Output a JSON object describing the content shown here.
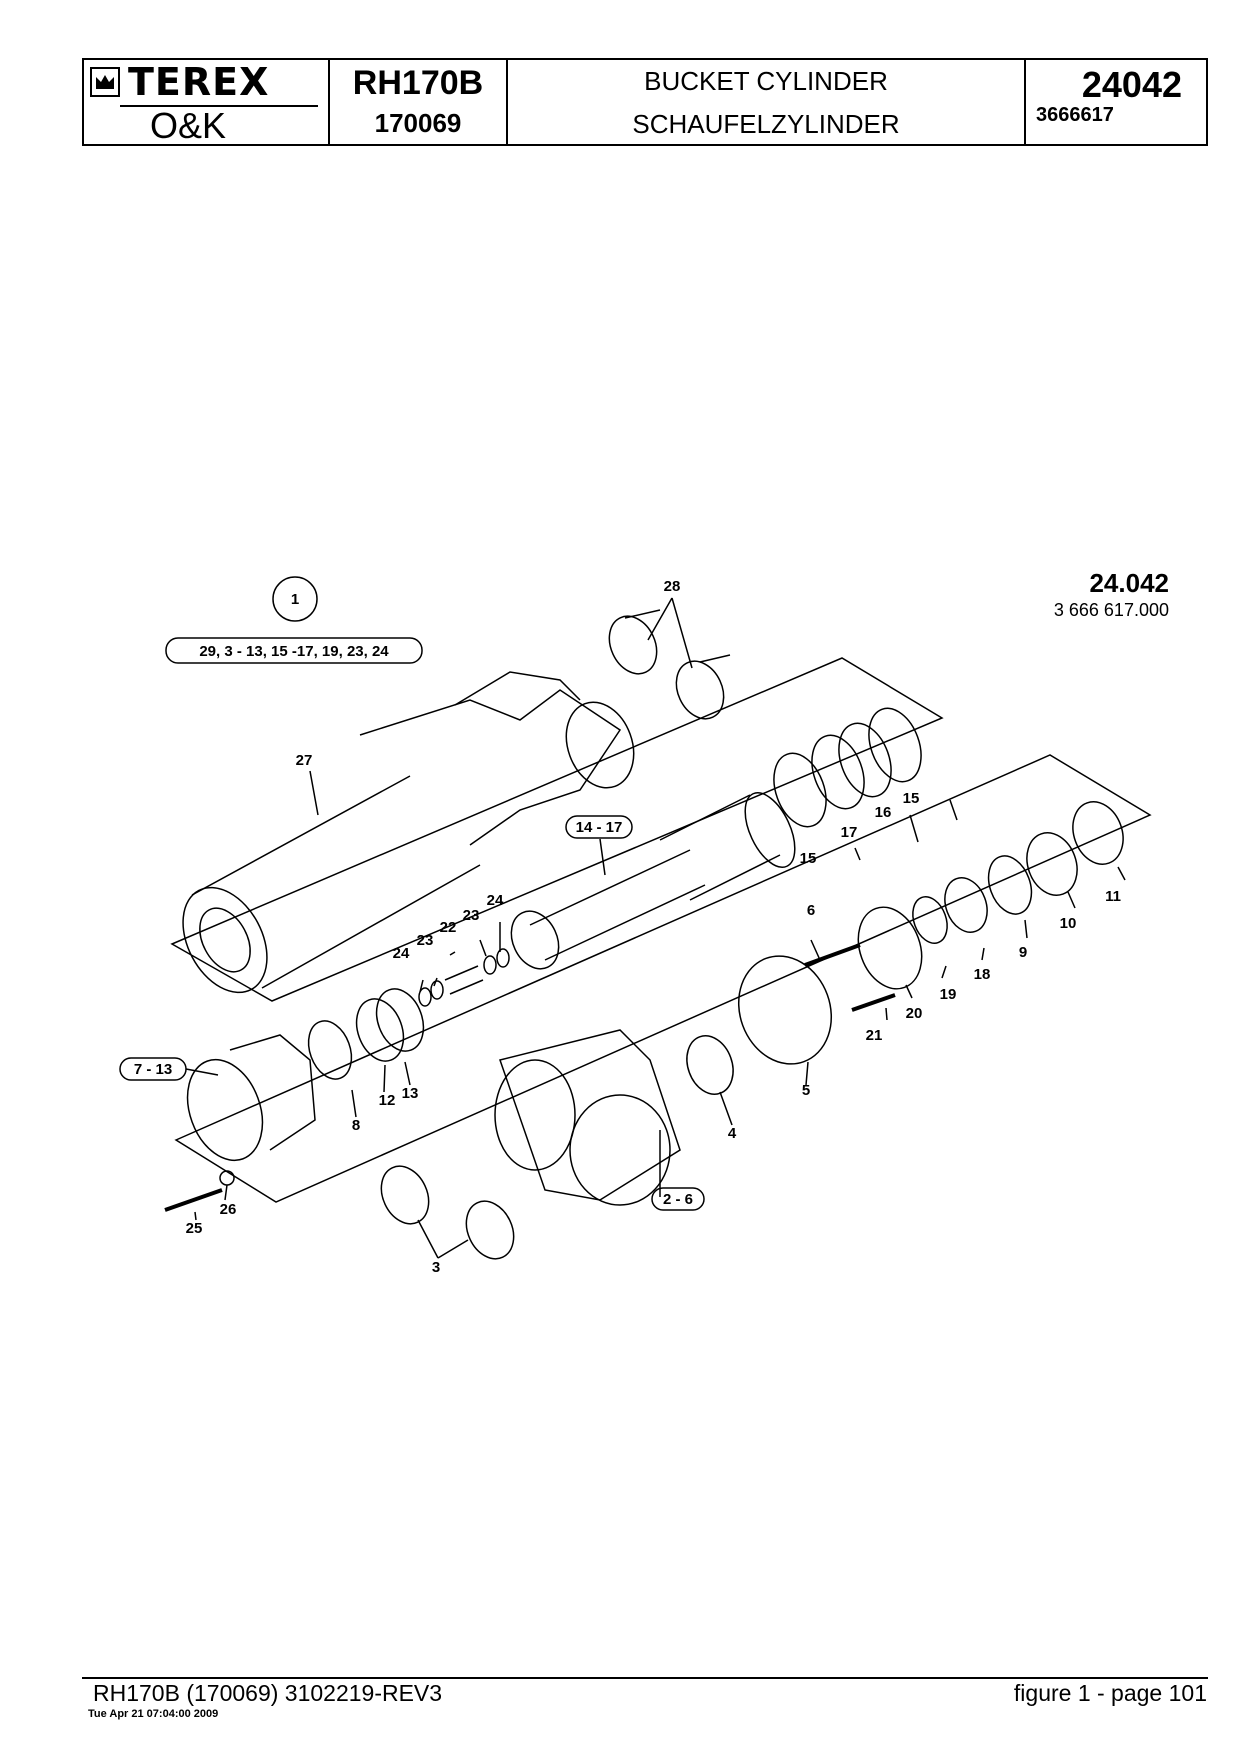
{
  "header": {
    "brand": "TEREX",
    "brand_sub": "O&K",
    "model": "RH170B",
    "serial": "170069",
    "title_en": "BUCKET CYLINDER",
    "title_de": "SCHAUFELZYLINDER",
    "figure_number": "24042",
    "part_number": "3666617"
  },
  "drawing": {
    "ref_number": "24.042",
    "ref_part": "3 666 617.000",
    "assembly_callout": "1",
    "assembly_contents": "29, 3 - 13, 15 -17, 19, 23, 24",
    "group_callouts": [
      "7 - 13",
      "14 - 17",
      "2 - 6"
    ],
    "labels": [
      "28",
      "27",
      "15",
      "16",
      "17",
      "15",
      "11",
      "10",
      "9",
      "18",
      "19",
      "20",
      "21",
      "6",
      "5",
      "4",
      "24",
      "23",
      "22",
      "23",
      "24",
      "8",
      "12",
      "13",
      "3",
      "25",
      "26"
    ]
  },
  "footer": {
    "doc_ref": "RH170B (170069) 3102219-REV3",
    "page_ref": "figure   1 - page 101",
    "timestamp": "Tue Apr 21 07:04:00 2009"
  }
}
